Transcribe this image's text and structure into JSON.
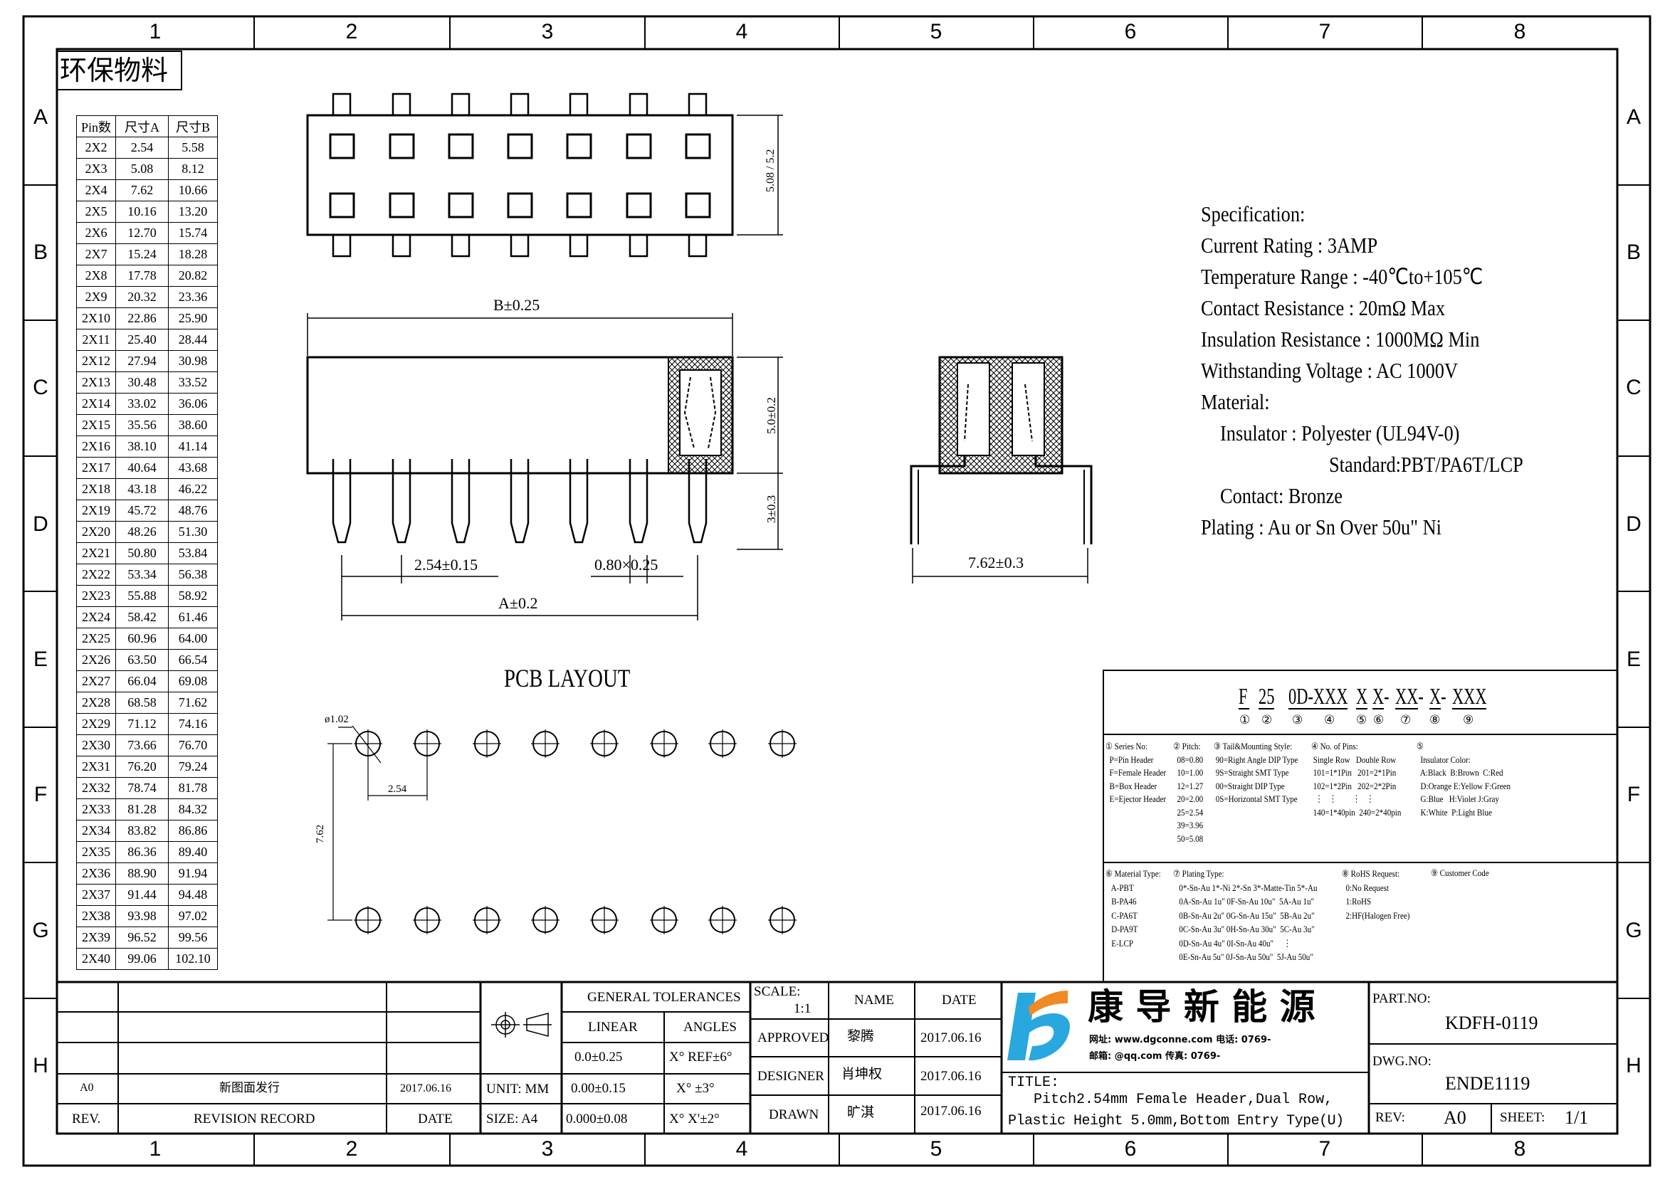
{
  "frame": {
    "columns": [
      "1",
      "2",
      "3",
      "4",
      "5",
      "6",
      "7",
      "8"
    ],
    "rows": [
      "A",
      "B",
      "C",
      "D",
      "E",
      "F",
      "G",
      "H"
    ]
  },
  "eco_label": "环保物料",
  "pin_table": {
    "headers": [
      "Pin数",
      "尺寸A",
      "尺寸B"
    ],
    "rows": [
      [
        "2X2",
        "2.54",
        "5.58"
      ],
      [
        "2X3",
        "5.08",
        "8.12"
      ],
      [
        "2X4",
        "7.62",
        "10.66"
      ],
      [
        "2X5",
        "10.16",
        "13.20"
      ],
      [
        "2X6",
        "12.70",
        "15.74"
      ],
      [
        "2X7",
        "15.24",
        "18.28"
      ],
      [
        "2X8",
        "17.78",
        "20.82"
      ],
      [
        "2X9",
        "20.32",
        "23.36"
      ],
      [
        "2X10",
        "22.86",
        "25.90"
      ],
      [
        "2X11",
        "25.40",
        "28.44"
      ],
      [
        "2X12",
        "27.94",
        "30.98"
      ],
      [
        "2X13",
        "30.48",
        "33.52"
      ],
      [
        "2X14",
        "33.02",
        "36.06"
      ],
      [
        "2X15",
        "35.56",
        "38.60"
      ],
      [
        "2X16",
        "38.10",
        "41.14"
      ],
      [
        "2X17",
        "40.64",
        "43.68"
      ],
      [
        "2X18",
        "43.18",
        "46.22"
      ],
      [
        "2X19",
        "45.72",
        "48.76"
      ],
      [
        "2X20",
        "48.26",
        "51.30"
      ],
      [
        "2X21",
        "50.80",
        "53.84"
      ],
      [
        "2X22",
        "53.34",
        "56.38"
      ],
      [
        "2X23",
        "55.88",
        "58.92"
      ],
      [
        "2X24",
        "58.42",
        "61.46"
      ],
      [
        "2X25",
        "60.96",
        "64.00"
      ],
      [
        "2X26",
        "63.50",
        "66.54"
      ],
      [
        "2X27",
        "66.04",
        "69.08"
      ],
      [
        "2X28",
        "68.58",
        "71.62"
      ],
      [
        "2X29",
        "71.12",
        "74.16"
      ],
      [
        "2X30",
        "73.66",
        "76.70"
      ],
      [
        "2X31",
        "76.20",
        "79.24"
      ],
      [
        "2X32",
        "78.74",
        "81.78"
      ],
      [
        "2X33",
        "81.28",
        "84.32"
      ],
      [
        "2X34",
        "83.82",
        "86.86"
      ],
      [
        "2X35",
        "86.36",
        "89.40"
      ],
      [
        "2X36",
        "88.90",
        "91.94"
      ],
      [
        "2X37",
        "91.44",
        "94.48"
      ],
      [
        "2X38",
        "93.98",
        "97.02"
      ],
      [
        "2X39",
        "96.52",
        "99.56"
      ],
      [
        "2X40",
        "99.06",
        "102.10"
      ]
    ]
  },
  "dims": {
    "top_height": "5.08 / 5.2",
    "b": "B±0.25",
    "body_height": "5.0±0.2",
    "pin_len": "3±0.3",
    "pitch": "2.54±0.15",
    "pin_size": "0.80×0.25",
    "a": "A±0.2",
    "row_pitch": "7.62±0.3"
  },
  "pcb": {
    "title": "PCB LAYOUT",
    "hole": "ø1.02",
    "pitch": "2.54",
    "row": "7.62"
  },
  "spec": {
    "lines": [
      "Specification:",
      "Current Rating : 3AMP",
      "Temperature Range : -40℃to+105℃",
      "Contact Resistance : 20mΩ Max",
      "Insulation Resistance : 1000MΩ Min",
      "Withstanding Voltage : AC 1000V",
      "Material:",
      "Insulator : Polyester (UL94V-0)",
      "Standard:PBT/PA6T/LCP",
      "Contact: Bronze",
      "Plating : Au or Sn Over 50u\" Ni"
    ]
  },
  "part_code": {
    "segments": [
      "F",
      "25",
      "0D-XXX",
      "X",
      "X-",
      "XX-",
      "X-",
      "XXX"
    ],
    "markers": [
      "①",
      "②",
      "③",
      "④",
      "⑤",
      "⑥",
      "⑦",
      "⑧",
      "⑨"
    ]
  },
  "legend": {
    "series": "① Series No:\n  P=Pin Header\n  F=Female Header\n  B=Box Header\n  E=Ejector Header",
    "pitch": "② Pitch:\n  08=0.80\n  10=1.00\n  12=1.27\n  20=2.00\n  25=2.54\n  39=3.96\n  50=5.08",
    "tail": "③ Tail&Mounting Style:\n 90=Right Angle DIP Type\n 9S=Straight SMT Type\n 00=Straight DIP Type\n 0S=Horizontal SMT Type",
    "pins": "④ No. of Pins:\n Single Row   Double Row\n 101=1*1Pin   201=2*1Pin\n 102=1*2Pin   202=2*2Pin\n  ⋮   ⋮        ⋮   ⋮\n 140=1*40pin  240=2*40pin",
    "color": "⑤\n  Insulator Color:\n  A:Black  B:Brown  C:Red\n  D:Orange E:Yellow F:Green\n  G:Blue   H:Violet J:Gray\n  K:White  P:Light Blue",
    "material": "⑥ Material Type:\n   A-PBT\n   B-PA46\n   C-PA6T\n   D-PA9T\n   E-LCP",
    "plating": "⑦ Plating Type:\n   0*-Sn-Au 1*-Ni 2*-Sn 3*-Matte-Tin 5*-Au\n   0A-Sn-Au 1u\" 0F-Sn-Au 10u\"  5A-Au 1u\"\n   0B-Sn-Au 2u\" 0G-Sn-Au 15u\"  5B-Au 2u\"\n   0C-Sn-Au 3u\" 0H-Sn-Au 30u\"  5C-Au 3u\"\n   0D-Sn-Au 4u\" 0I-Sn-Au 40u\"     ⋮\n   0E-Sn-Au 5u\" 0J-Sn-Au 50u\"  5J-Au 50u\"",
    "rohs": "⑧ RoHS Request:\n  0:No Request\n  1:RoHS\n  2:HF(Halogen Free)",
    "customer": "⑨ Customer Code"
  },
  "title_block": {
    "rev_value": "A0",
    "rev_record_value": "新图面发行",
    "rev_date_value": "2017.06.16",
    "rev_label": "REV.",
    "rev_record_label": "REVISION RECORD",
    "date_label": "DATE",
    "unit": "UNIT: MM",
    "size": "SIZE: A4",
    "tol_header": "GENERAL TOLERANCES",
    "linear": "LINEAR",
    "angles": "ANGLES",
    "tol_rows": [
      [
        "0.0±0.25",
        "X° REF±6°"
      ],
      [
        "0.00±0.15",
        "X° ±3°"
      ],
      [
        "0.000±0.08",
        "X° X'±2°"
      ]
    ],
    "scale_label": "SCALE:",
    "scale": "1:1",
    "name_label": "NAME",
    "date_col": "DATE",
    "people": [
      [
        "APPROVED",
        "黎腾",
        "2017.06.16"
      ],
      [
        "DESIGNER",
        "肖坤权",
        "2017.06.16"
      ],
      [
        "DRAWN",
        "旷淇",
        "2017.06.16"
      ]
    ],
    "company": "康 导 新 能 源",
    "contact1": "网址: www.dgconne.com  电话: 0769-",
    "contact2": "邮箱: @qq.com  传真: 0769-",
    "title_label": "TITLE:",
    "title_line1": "Pitch2.54mm Female Header,Dual Row,",
    "title_line2": "Plastic Height 5.0mm,Bottom Entry Type(U)",
    "part_no_label": "PART.NO:",
    "part_no": "KDFH-0119",
    "dwg_no_label": "DWG.NO:",
    "dwg_no": "ENDE1119",
    "rev2_label": "REV:",
    "rev2": "A0",
    "sheet_label": "SHEET:",
    "sheet": "1/1"
  },
  "colors": {
    "logo_blue": "#29a8e0",
    "logo_orange": "#f08a24"
  }
}
